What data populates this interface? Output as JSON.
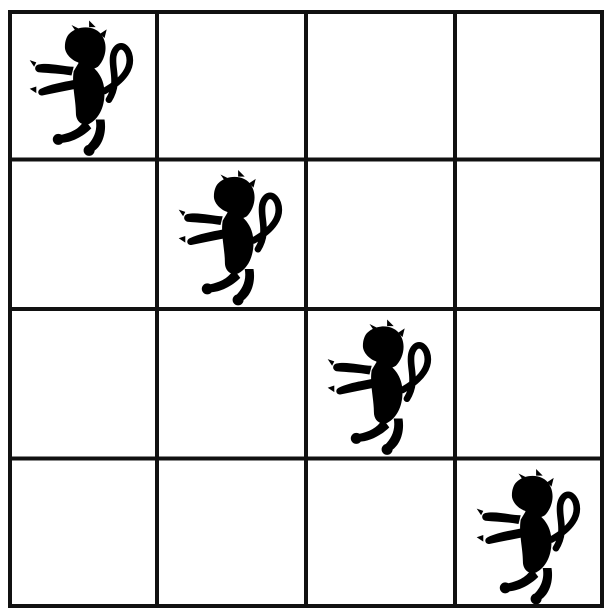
{
  "grid": {
    "rows": 4,
    "cols": 4,
    "line_color": "#111111",
    "cell_color": "#ffffff"
  },
  "pieces": [
    {
      "row": 0,
      "col": 0,
      "icon": "rampant-lion-icon",
      "color": "#000000"
    },
    {
      "row": 1,
      "col": 1,
      "icon": "rampant-lion-icon",
      "color": "#000000"
    },
    {
      "row": 2,
      "col": 2,
      "icon": "rampant-lion-icon",
      "color": "#000000"
    },
    {
      "row": 3,
      "col": 3,
      "icon": "rampant-lion-icon",
      "color": "#000000"
    }
  ]
}
